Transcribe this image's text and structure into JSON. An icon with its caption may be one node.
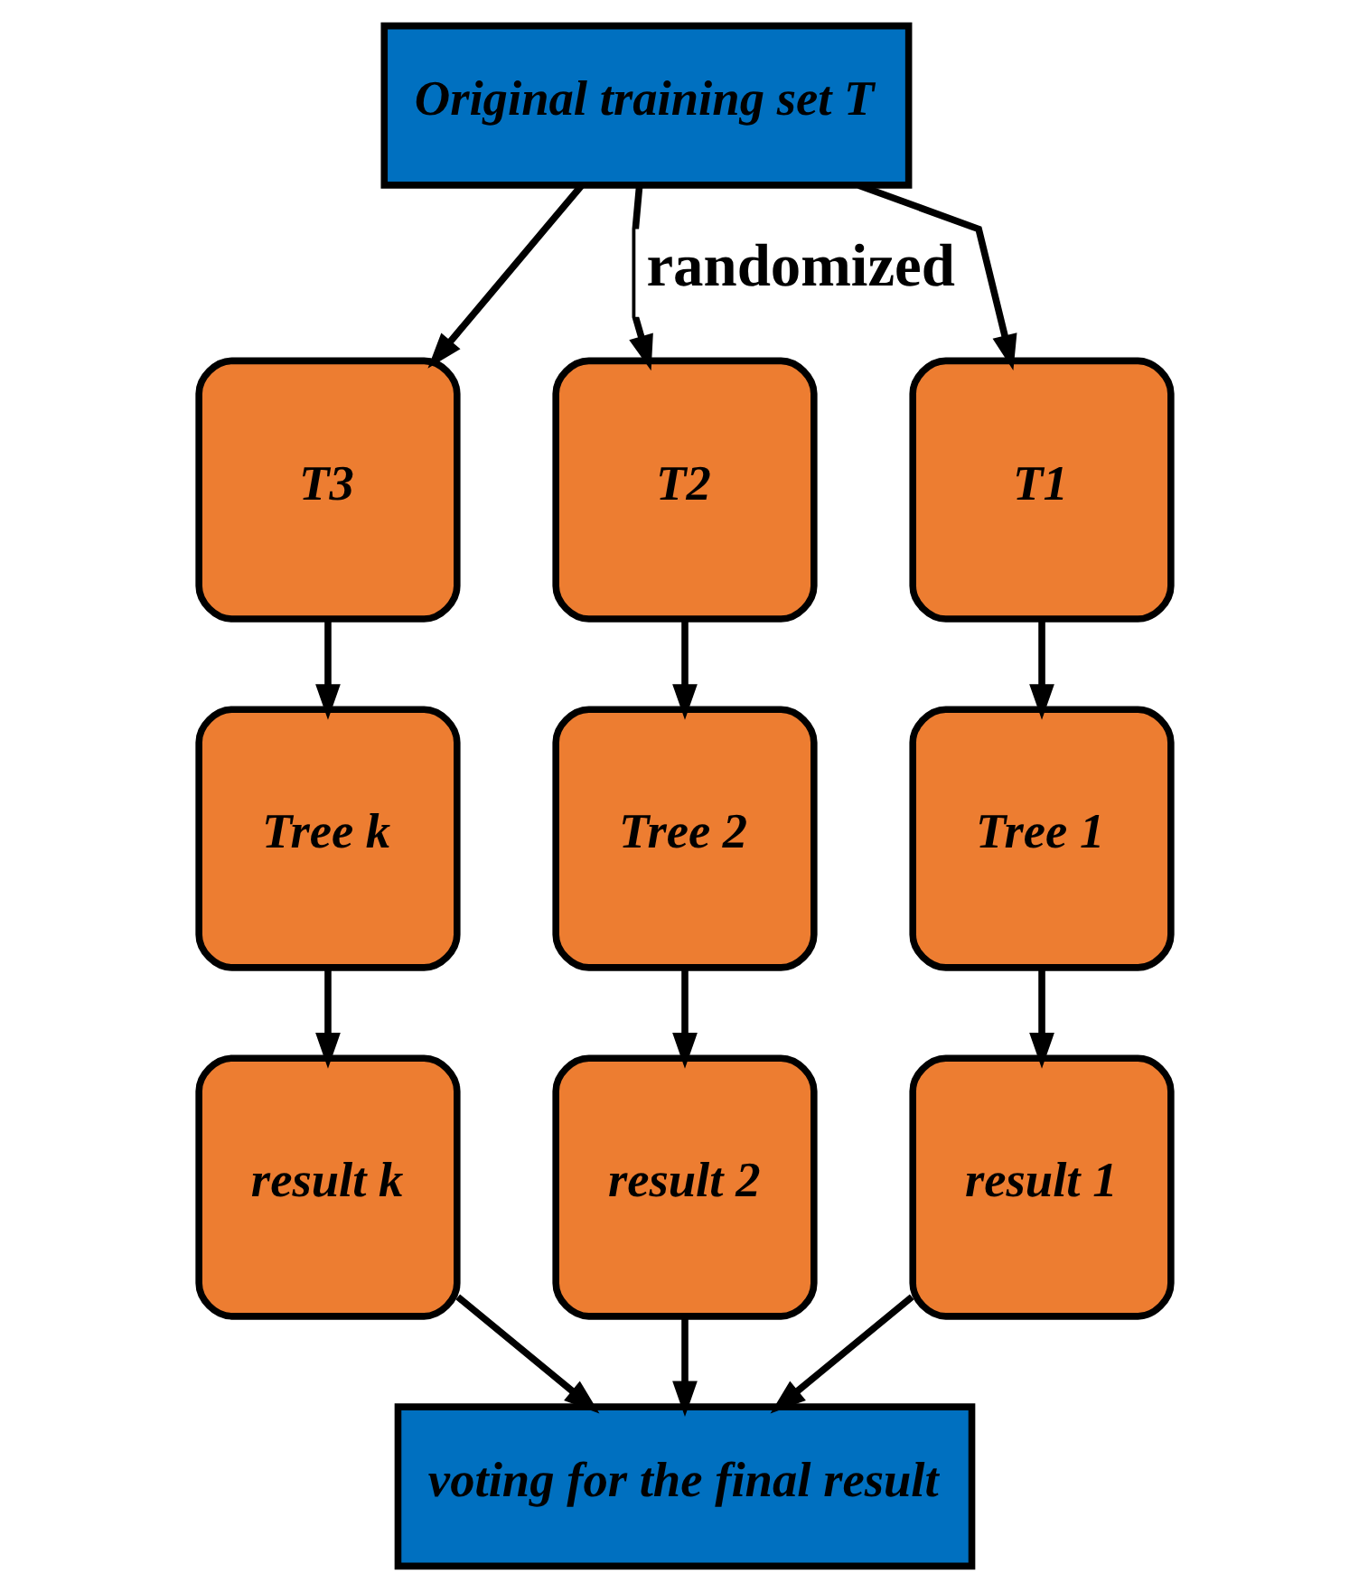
{
  "diagram": {
    "nodes": [
      {
        "text": [
          "Original training set T"
        ]
      },
      {
        "text": [
          "T3"
        ]
      },
      {
        "text": [
          "T2"
        ]
      },
      {
        "text": [
          "T1"
        ]
      },
      {
        "text": [
          "Tree k"
        ]
      },
      {
        "text": [
          "Tree 2"
        ]
      },
      {
        "text": [
          "Tree 1"
        ]
      },
      {
        "text": [
          "result k"
        ]
      },
      {
        "text": [
          "result 2"
        ]
      },
      {
        "text": [
          "result 1"
        ]
      },
      {
        "text": [
          "voting for the final result"
        ]
      }
    ],
    "edges": [
      {
        "from": 0,
        "to": 1,
        "arrow": "to"
      },
      {
        "from": 0,
        "to": 2,
        "arrow": "to",
        "label": "randomized"
      },
      {
        "from": 0,
        "to": 3,
        "arrow": "to"
      },
      {
        "from": 1,
        "to": 4,
        "arrow": "to"
      },
      {
        "from": 2,
        "to": 5,
        "arrow": "to"
      },
      {
        "from": 3,
        "to": 6,
        "arrow": "to"
      },
      {
        "from": 4,
        "to": 7,
        "arrow": "to"
      },
      {
        "from": 5,
        "to": 8,
        "arrow": "to"
      },
      {
        "from": 6,
        "to": 9,
        "arrow": "to"
      },
      {
        "from": 7,
        "to": 10,
        "arrow": "to"
      },
      {
        "from": 8,
        "to": 10,
        "arrow": "to"
      },
      {
        "from": 9,
        "to": 10,
        "arrow": "to"
      }
    ]
  }
}
